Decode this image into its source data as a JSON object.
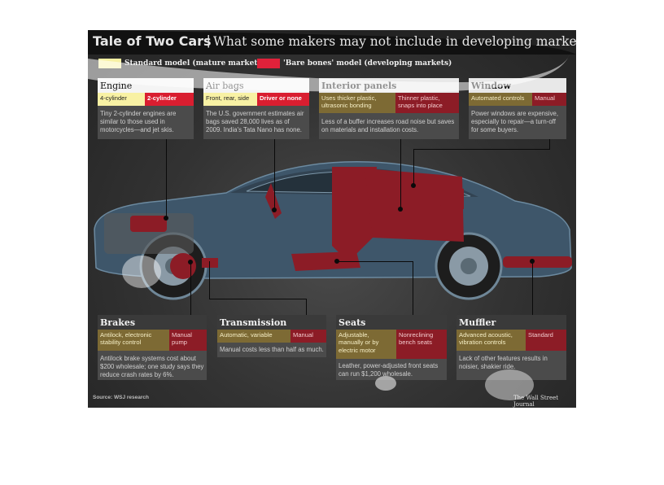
{
  "title": {
    "main": "Tale of Two Cars",
    "separator": "|",
    "subtitle": "What some makers may not include in developing markets"
  },
  "legend": {
    "standard_label": "Standard model (mature markets)",
    "barebones_label": "'Bare bones' model (developing markets)"
  },
  "colors": {
    "standard": "#f8f1a4",
    "barebones": "#e0213a",
    "standard_dark": "#7d6a34",
    "barebones_dark": "#8c1c26",
    "background": "#2e2e2e"
  },
  "features": {
    "engine": {
      "title": "Engine",
      "standard": "4-cylinder",
      "barebones": "2-cylinder",
      "description": "Tiny 2-cylinder engines are similar to those used in motorcycles—and jet skis."
    },
    "airbags": {
      "title": "Air bags",
      "standard": "Front, rear, side",
      "barebones": "Driver or none",
      "description": "The U.S. government estimates air bags saved 28,000 lives as of 2009. India's Tata Nano has none."
    },
    "interior": {
      "title": "Interior panels",
      "standard": "Uses thicker plastic, ultrasonic bonding",
      "barebones": "Thinner plastic, snaps into place",
      "description": "Less of a buffer increases road noise but saves on materials and installation costs."
    },
    "window": {
      "title": "Window",
      "standard": "Automated controls",
      "barebones": "Manual",
      "description": "Power windows are expensive, especially to repair—a turn-off for some buyers."
    },
    "brakes": {
      "title": "Brakes",
      "standard": "Antilock, electronic stability control",
      "barebones": "Manual pump",
      "description": "Antilock brake systems cost about $200 wholesale; one study says they reduce crash rates by 6%."
    },
    "transmission": {
      "title": "Transmission",
      "standard": "Automatic, variable",
      "barebones": "Manual",
      "description": "Manual costs less than half as much."
    },
    "seats": {
      "title": "Seats",
      "standard": "Adjustable, manually or by electric motor",
      "barebones": "Nonreclining bench seats",
      "description": "Leather, power-adjusted front seats can run $1,200 wholesale."
    },
    "muffler": {
      "title": "Muffler",
      "standard": "Advanced acoustic, vibration controls",
      "barebones": "Standard",
      "description": "Lack of other features results in noisier, shakier ride."
    }
  },
  "footer": {
    "source": "Source: WSJ research",
    "brand": "The Wall Street Journal"
  },
  "icons": [
    "car-illustration-icon"
  ]
}
